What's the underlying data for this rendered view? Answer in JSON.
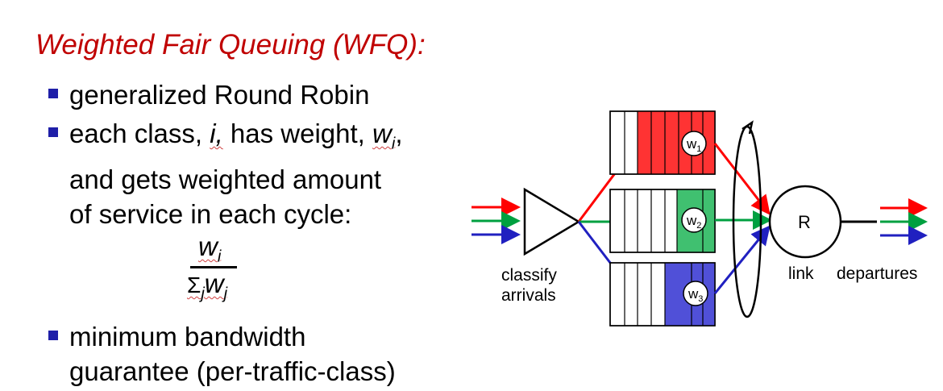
{
  "title": "Weighted Fair Queuing (WFQ):",
  "bullets": {
    "b1": "generalized Round Robin",
    "b2_prefix": "each class, ",
    "b2_i": "i,",
    "b2_mid": " has weight, ",
    "b2_w": "w",
    "b2_wsub": "i",
    "b2_comma": ",",
    "b2_line2": "and gets weighted amount",
    "b2_line3": "of service in each cycle:",
    "b3_line1": "minimum bandwidth",
    "b3_line2": "guarantee (per-traffic-class)"
  },
  "formula": {
    "num_w": "w",
    "num_sub": "i",
    "den_sigma": "Σ",
    "den_sigma_sub": "j",
    "den_w": "w",
    "den_sub": "j"
  },
  "diagram": {
    "classify_line1": "classify",
    "classify_line2": "arrivals",
    "router_label": "R",
    "link_label": "link",
    "departures_label": "departures",
    "queues": [
      {
        "weight": "w",
        "sub": "1",
        "fill": "#ff3333"
      },
      {
        "weight": "w",
        "sub": "2",
        "fill": "#40c070"
      },
      {
        "weight": "w",
        "sub": "3",
        "fill": "#5050d8"
      }
    ],
    "colors": {
      "red": "#ff0000",
      "green": "#00a040",
      "blue": "#2020c0"
    }
  }
}
